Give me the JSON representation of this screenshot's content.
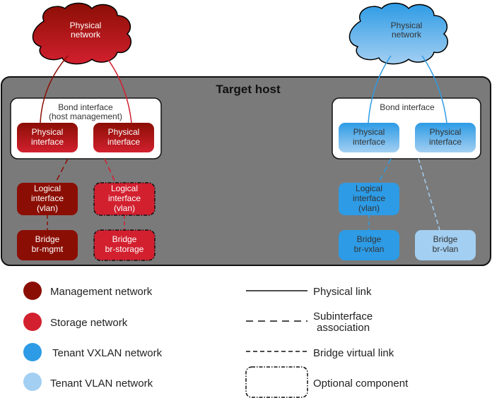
{
  "colors": {
    "management": "#8b0e04",
    "storage": "#d2202f",
    "vxlan": "#2d9be5",
    "vlan": "#a3cff2",
    "host_bg": "#7a7a7a"
  },
  "clouds": {
    "left": {
      "line1": "Physical",
      "line2": "network"
    },
    "right": {
      "line1": "Physical",
      "line2": "network"
    }
  },
  "host": {
    "title": "Target host"
  },
  "left_group": {
    "bond": {
      "line1": "Bond interface",
      "line2": "(host management)"
    },
    "phys1": {
      "line1": "Physical",
      "line2": "interface"
    },
    "phys2": {
      "line1": "Physical",
      "line2": "interface"
    },
    "logical_mgmt": {
      "line1": "Logical",
      "line2": "interface",
      "line3": "(vlan)"
    },
    "logical_storage": {
      "line1": "Logical",
      "line2": "interface",
      "line3": "(vlan)"
    },
    "bridge_mgmt": {
      "line1": "Bridge",
      "line2": "br-mgmt"
    },
    "bridge_storage": {
      "line1": "Bridge",
      "line2": "br-storage"
    }
  },
  "right_group": {
    "bond": {
      "line1": "Bond interface"
    },
    "phys1": {
      "line1": "Physical",
      "line2": "interface"
    },
    "phys2": {
      "line1": "Physical",
      "line2": "interface"
    },
    "logical_vxlan": {
      "line1": "Logical",
      "line2": "interface",
      "line3": "(vlan)"
    },
    "bridge_vxlan": {
      "line1": "Bridge",
      "line2": "br-vxlan"
    },
    "bridge_vlan": {
      "line1": "Bridge",
      "line2": "br-vlan"
    }
  },
  "legend": {
    "colors": [
      {
        "label": "Management network"
      },
      {
        "label": "Storage network"
      },
      {
        "label": "Tenant VXLAN network"
      },
      {
        "label": "Tenant VLAN network"
      }
    ],
    "lines": {
      "physical": "Physical link",
      "subinterface_line1": "Subinterface",
      "subinterface_line2": "association",
      "bridge": "Bridge virtual link",
      "optional": "Optional component"
    }
  }
}
